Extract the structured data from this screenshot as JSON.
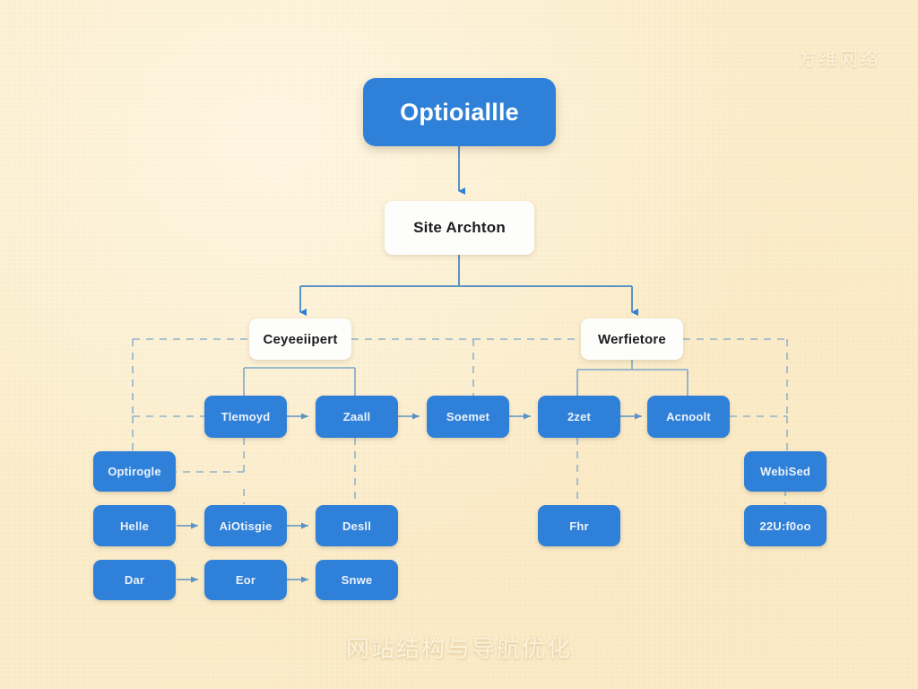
{
  "diagram": {
    "title_watermark": "方维网络",
    "bottom_caption": "网站结构与导航优化",
    "colors": {
      "background": "#fbecc8",
      "node_blue": "#2f80d8",
      "node_white": "#fdfdfb",
      "edge_solid": "#5b93c4",
      "edge_dashed": "#8fb3ce",
      "arrow": "#2f80d8",
      "caption_text": "#fdf3dd"
    },
    "root": {
      "label": "Optioiallle"
    },
    "level2": {
      "label": "Site Archton"
    },
    "branches": [
      {
        "label": "Ceyeeiipert"
      },
      {
        "label": "Werfietore"
      }
    ],
    "leaves": [
      {
        "id": "leaf-tlemoyd",
        "label": "Tlemoyd"
      },
      {
        "id": "leaf-zaall",
        "label": "Zaall"
      },
      {
        "id": "leaf-soemet",
        "label": "Soemet"
      },
      {
        "id": "leaf-2zet",
        "label": "2zet"
      },
      {
        "id": "leaf-acnoolt",
        "label": "Acnoolt"
      },
      {
        "id": "leaf-optirogle",
        "label": "Optirogle"
      },
      {
        "id": "leaf-webised",
        "label": "WebiSed"
      },
      {
        "id": "leaf-helle",
        "label": "Helle"
      },
      {
        "id": "leaf-aiotisgie",
        "label": "AiOtisgie"
      },
      {
        "id": "leaf-desll",
        "label": "Desll"
      },
      {
        "id": "leaf-fhr",
        "label": "Fhr"
      },
      {
        "id": "leaf-22ufooo",
        "label": "22U:f0oo"
      },
      {
        "id": "leaf-dar",
        "label": "Dar"
      },
      {
        "id": "leaf-eor",
        "label": "Eor"
      },
      {
        "id": "leaf-snwe",
        "label": "Snwe"
      }
    ]
  }
}
